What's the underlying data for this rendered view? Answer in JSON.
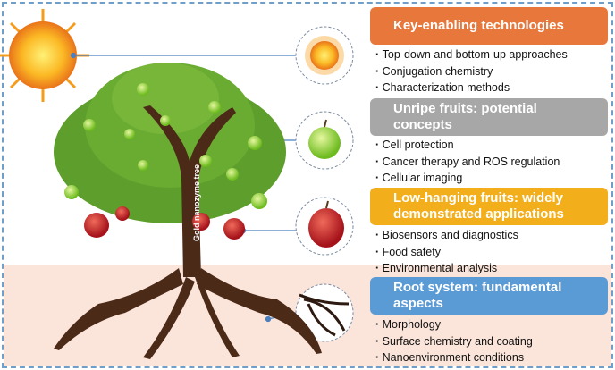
{
  "tree_label": "Gold nanozyme tree",
  "sections": [
    {
      "title": "Key-enabling technologies",
      "color": "#e8773b",
      "items": [
        "Top-down and bottom-up approaches",
        "Conjugation chemistry",
        "Characterization methods"
      ]
    },
    {
      "title": "Unripe fruits: potential concepts",
      "color": "#a7a7a7",
      "items": [
        "Cell protection",
        "Cancer therapy and ROS regulation",
        "Cellular imaging"
      ]
    },
    {
      "title": "Low-hanging fruits: widely demonstrated applications",
      "color": "#f3ae1c",
      "items": [
        "Biosensors and diagnostics",
        "Food safety",
        "Environmental analysis"
      ]
    },
    {
      "title": "Root system: fundamental aspects",
      "color": "#5b9bd5",
      "items": [
        "Morphology",
        "Surface chemistry and coating",
        "Nanoenvironment conditions"
      ]
    }
  ]
}
